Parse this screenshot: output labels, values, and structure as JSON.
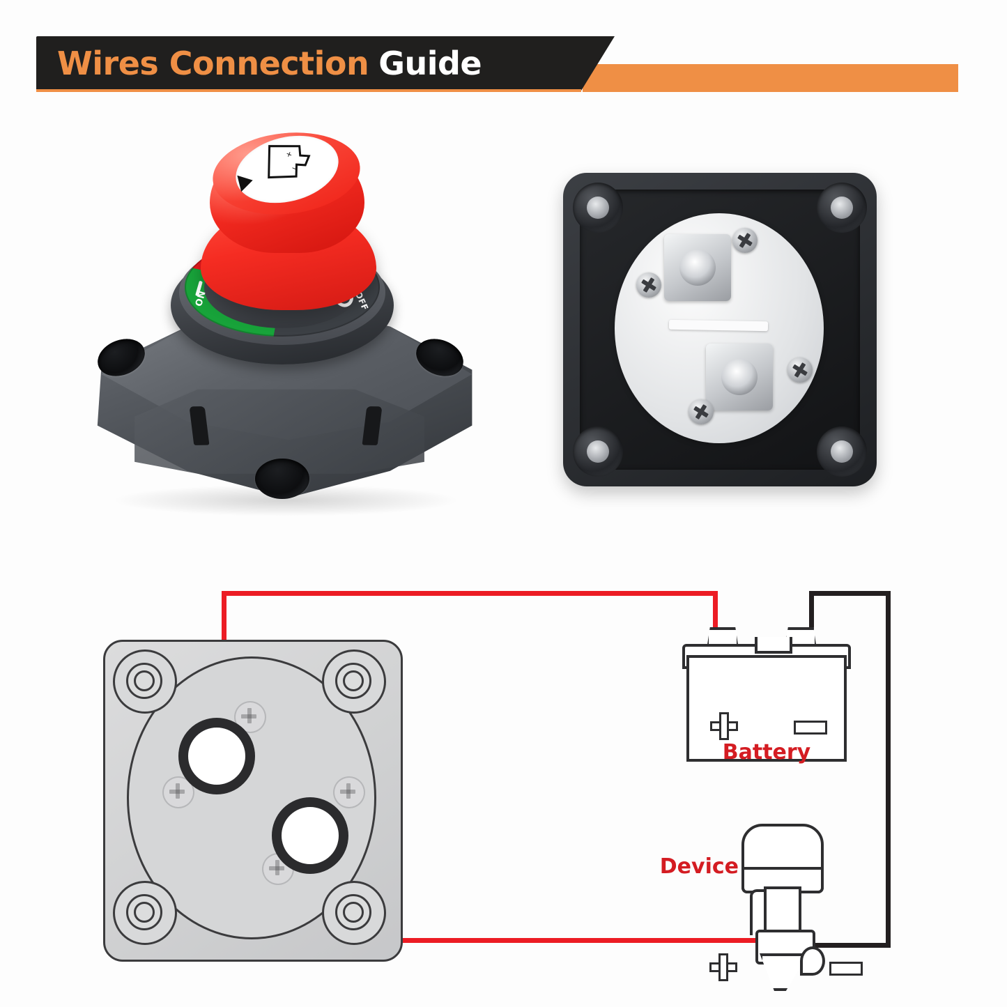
{
  "header": {
    "title_part1": "Wires Connection",
    "title_part2": "Guide",
    "accent_color": "#ef8f45",
    "banner_color": "#201f1e"
  },
  "product_photos": [
    {
      "name": "battery-disconnect-switch-top-view",
      "knob_color": "#ef2218",
      "body_color": "#4a4e54",
      "on_label": "ON",
      "off_label": "OFF",
      "on_color": "#18a33a",
      "off_color": "#e8191d",
      "knob_symbol": "battery-icon",
      "pointer_symbol": "triangle-pointer"
    },
    {
      "name": "battery-disconnect-switch-bottom-view",
      "terminal_count": 2,
      "screw_count": 4,
      "mount_hole_count": 4,
      "frame_color": "#1d1f22",
      "disc_color": "#e2e4e6"
    }
  ],
  "diagram": {
    "switch": {
      "label": "battery-disconnect-switch",
      "terminal_count": 2,
      "outline_color": "#3b3b3d",
      "fill_color": "#d5d6d7"
    },
    "battery": {
      "label": "Battery",
      "label_color": "#d41c22",
      "positive_symbol": "+",
      "negative_symbol": "−"
    },
    "device": {
      "label": "Device",
      "label_color": "#d41c22",
      "icon": "outboard-motor-icon",
      "positive_symbol": "+",
      "negative_symbol": "−"
    },
    "wires": [
      {
        "name": "switch-to-battery-positive",
        "color": "#ec1c24",
        "type": "positive"
      },
      {
        "name": "switch-to-device-positive",
        "color": "#ec1c24",
        "type": "positive"
      },
      {
        "name": "battery-negative-to-device-negative",
        "color": "#231f20",
        "type": "negative"
      }
    ]
  }
}
